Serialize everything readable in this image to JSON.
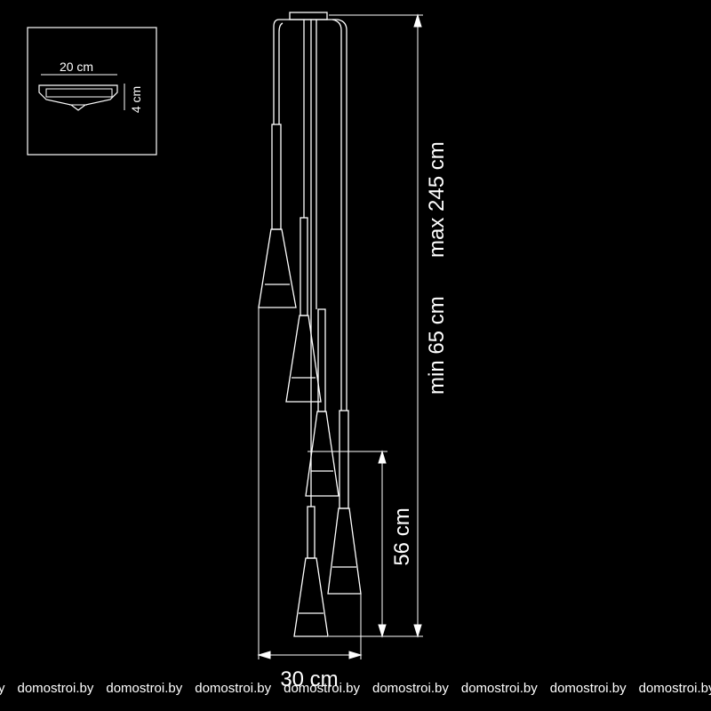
{
  "inset": {
    "width_label": "20 cm",
    "height_label": "4 cm"
  },
  "dimensions": {
    "total_height_label": "max 245 cm",
    "min_height_label": "min 65 cm",
    "pendant_height_label": "56 cm",
    "width_label": "30 cm"
  },
  "watermark": {
    "text": "domostroi.by",
    "repeat": 8
  },
  "colors": {
    "background": "#000000",
    "line": "#ffffff"
  }
}
